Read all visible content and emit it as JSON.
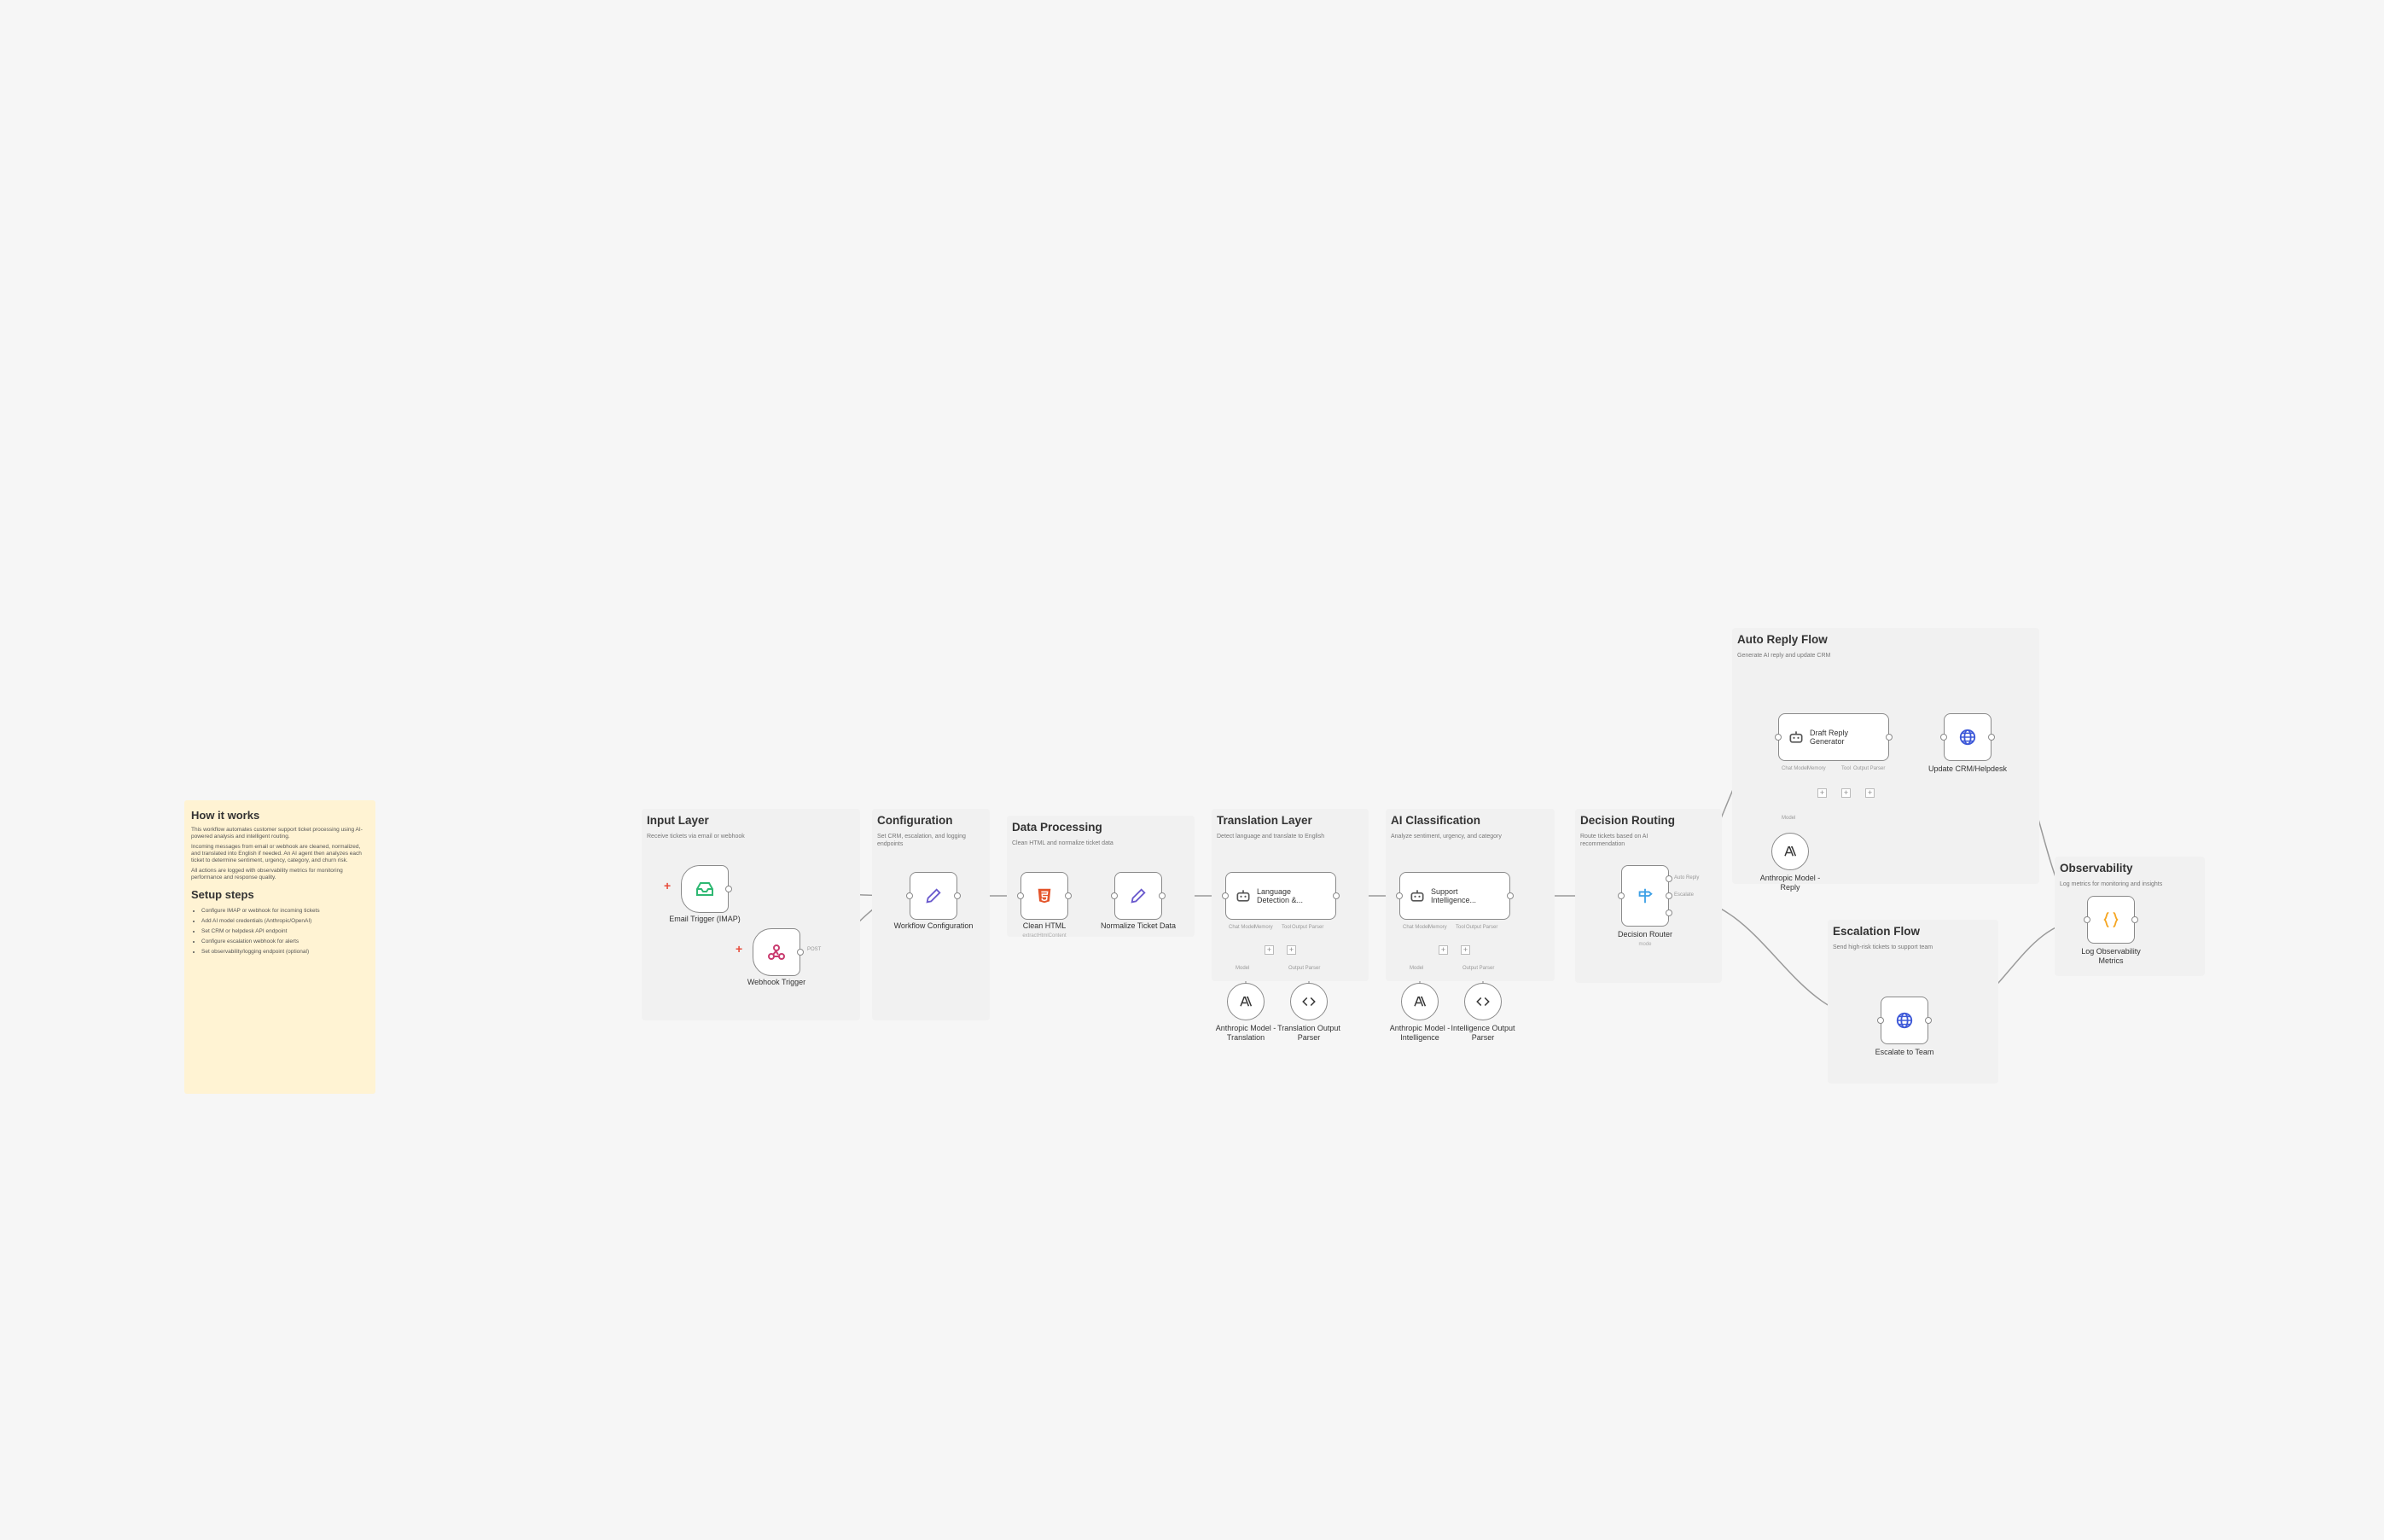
{
  "sticky": {
    "title": "How it works",
    "p1": "This workflow automates customer support ticket processing using AI-powered analysis and intelligent routing.",
    "p2": "Incoming messages from email or webhook are cleaned, normalized, and translated into English if needed. An AI agent then analyzes each ticket to determine sentiment, urgency, category, and churn risk.",
    "p3": "All actions are logged with observability metrics for monitoring performance and response quality.",
    "setup_title": "Setup steps",
    "steps": [
      "Configure IMAP or webhook for incoming tickets",
      "Add AI model credentials (Anthropic/OpenAI)",
      "Set CRM or helpdesk API endpoint",
      "Configure escalation webhook for alerts",
      "Set observability/logging endpoint (optional)"
    ]
  },
  "groups": {
    "input": {
      "title": "Input Layer",
      "subtitle": "Receive tickets via email or webhook"
    },
    "config": {
      "title": "Configuration",
      "subtitle": "Set CRM, escalation, and logging endpoints"
    },
    "data": {
      "title": "Data Processing",
      "subtitle": "Clean HTML and normalize ticket data"
    },
    "translation": {
      "title": "Translation Layer",
      "subtitle": "Detect language and translate to English"
    },
    "ai": {
      "title": "AI Classification",
      "subtitle": "Analyze sentiment, urgency, and category"
    },
    "routing": {
      "title": "Decision Routing",
      "subtitle": "Route tickets based on AI recommendation"
    },
    "auto": {
      "title": "Auto Reply Flow",
      "subtitle": "Generate AI reply and update CRM"
    },
    "escalation": {
      "title": "Escalation Flow",
      "subtitle": "Send high-risk tickets to support team"
    },
    "observability": {
      "title": "Observability",
      "subtitle": "Log metrics for monitoring and insights"
    }
  },
  "nodes": {
    "email_trigger": "Email Trigger (IMAP)",
    "webhook_trigger": "Webhook Trigger",
    "workflow_config": "Workflow Configuration",
    "clean_html": "Clean HTML",
    "clean_html_sub": "extractHtmlContent",
    "normalize": "Normalize Ticket Data",
    "lang_detect_l1": "Language",
    "lang_detect_l2": "Detection &...",
    "support_l1": "Support",
    "support_l2": "Intelligence...",
    "decision_router": "Decision Router",
    "decision_sub": "mode",
    "draft_l1": "Draft Reply",
    "draft_l2": "Generator",
    "update_crm": "Update CRM/Helpdesk",
    "escalate": "Escalate to Team",
    "log_l1": "Log Observability",
    "log_l2": "Metrics",
    "anth_trans_l1": "Anthropic Model -",
    "anth_trans_l2": "Translation",
    "trans_parser_l1": "Translation Output",
    "trans_parser_l2": "Parser",
    "anth_int_l1": "Anthropic Model -",
    "anth_int_l2": "Intelligence",
    "int_parser_l1": "Intelligence Output",
    "int_parser_l2": "Parser",
    "anth_reply_l1": "Anthropic Model -",
    "anth_reply_l2": "Reply"
  },
  "port_labels": {
    "chat_model": "Chat Model",
    "memory": "Memory",
    "tool": "Tool",
    "output_parser": "Output Parser",
    "model": "Model",
    "auto_reply": "Auto Reply",
    "escalate": "Escalate",
    "webhook_out": "POST"
  },
  "colors": {
    "canvas": "#f6f6f6",
    "sticky": "#fff3d3",
    "group": "#f1f1f1",
    "wire": "#9a9a9a",
    "email_icon": "#2eb872",
    "webhook_icon": "#c93b6f",
    "pencil_icon": "#6a5acd",
    "html_icon": "#e4552b",
    "router_icon": "#3da0e6",
    "globe_icon": "#3d58d8",
    "code_icon": "#f5a623",
    "trigger_mark": "#e74c3c"
  },
  "icons": {
    "email_trigger": "envelope-icon",
    "webhook_trigger": "webhook-icon",
    "workflow_config": "pencil-icon",
    "clean_html": "html5-icon",
    "normalize": "pencil-icon",
    "lang_detect": "robot-icon",
    "support": "robot-icon",
    "decision_router": "signpost-icon",
    "draft_reply": "robot-icon",
    "update_crm": "globe-icon",
    "escalate": "globe-icon",
    "log_metrics": "braces-icon",
    "anthropic": "anthropic-icon",
    "parser": "code-icon"
  }
}
